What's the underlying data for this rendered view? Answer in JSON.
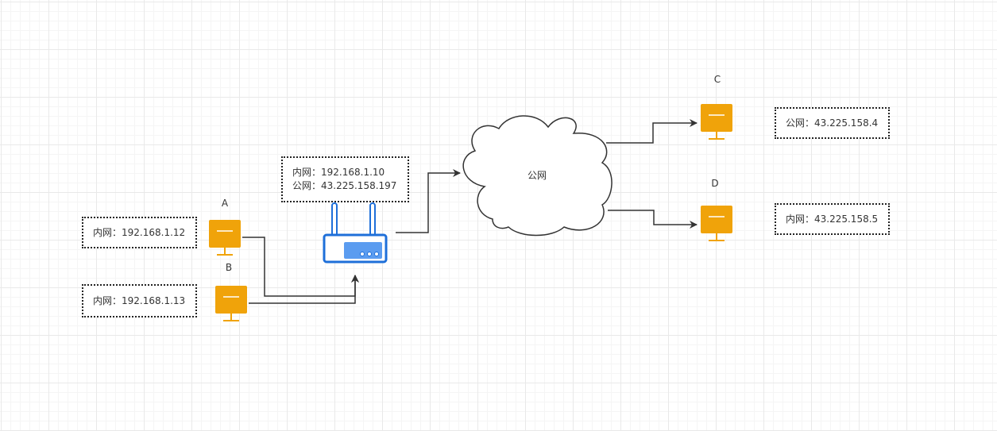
{
  "colors": {
    "computer": "#f0a30a",
    "router": "#1e6fd9",
    "router_panel": "#5b9cf0",
    "line": "#333333"
  },
  "cloud": {
    "label": "公网",
    "icon": "cloud-icon"
  },
  "router": {
    "icon": "wifi-router-icon",
    "lan": "内网：192.168.1.10",
    "wan": "公网：43.225.158.197"
  },
  "hosts": {
    "a": {
      "label": "A",
      "icon": "computer-icon",
      "ip": "内网：192.168.1.12"
    },
    "b": {
      "label": "B",
      "icon": "computer-icon",
      "ip": "内网：192.168.1.13"
    },
    "c": {
      "label": "C",
      "icon": "computer-icon",
      "ip": "公网：43.225.158.4"
    },
    "d": {
      "label": "D",
      "icon": "computer-icon",
      "ip": "内网：43.225.158.5"
    }
  }
}
